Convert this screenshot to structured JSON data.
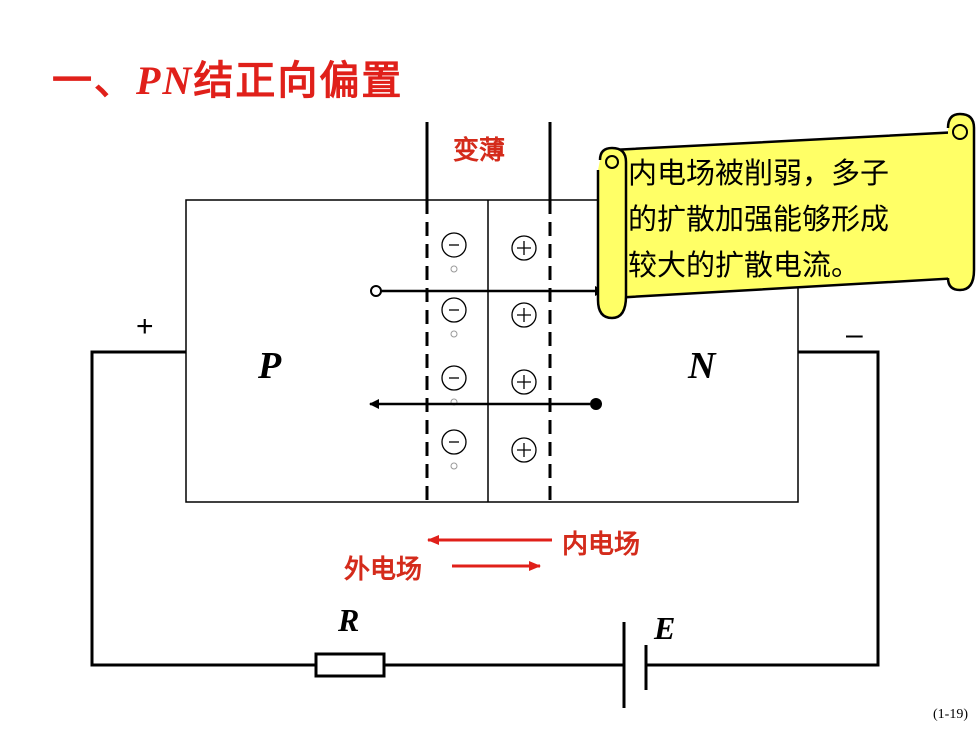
{
  "title": {
    "prefix": "一、",
    "pn": "PN",
    "rest": "结正向偏置"
  },
  "labels": {
    "thin": "变薄",
    "p_region": "P",
    "n_region": "N",
    "plus": "+",
    "minus": "–",
    "resistor": "R",
    "battery": "E",
    "internal_field": "内电场",
    "external_field": "外电场"
  },
  "callout": {
    "lines": [
      "内电场被削弱，多子",
      "的扩散加强能够形成",
      "较大的扩散电流。"
    ],
    "fill": "#ffff66"
  },
  "ions": {
    "negative": "-",
    "positive": "+",
    "count": 4
  },
  "page_number": "(1-19)",
  "colors": {
    "title": "#e0201a",
    "red_label": "#d42b1b",
    "arrow_red": "#e0201a"
  }
}
